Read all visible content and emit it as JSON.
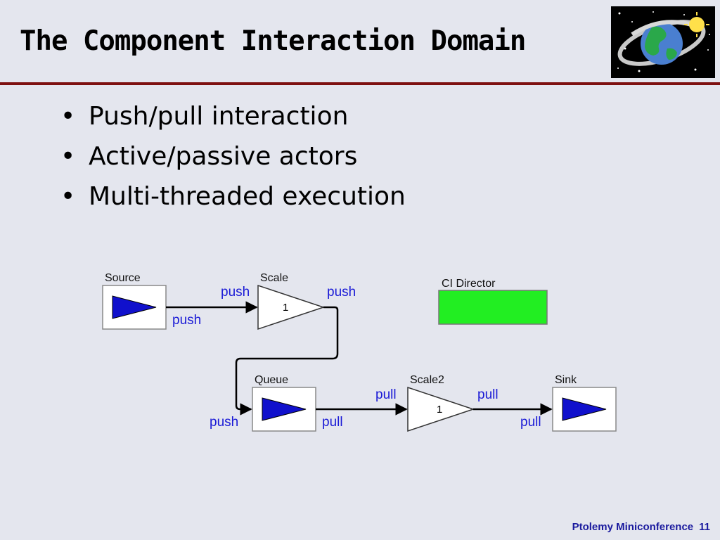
{
  "slide": {
    "title": "The Component Interaction Domain",
    "bullets": [
      "Push/pull interaction",
      "Active/passive actors",
      "Multi-threaded execution"
    ],
    "bullet_glyph": "•",
    "footer": {
      "text": "Ptolemy Miniconference",
      "page": "11"
    },
    "accent_color": "#7e1010",
    "logo_icon": "earth-orbit-logo-icon"
  },
  "diagram": {
    "actors": {
      "source": {
        "name": "Source"
      },
      "scale": {
        "name": "Scale",
        "param": "1"
      },
      "queue": {
        "name": "Queue"
      },
      "scale2": {
        "name": "Scale2",
        "param": "1"
      },
      "sink": {
        "name": "Sink"
      }
    },
    "director": {
      "name": "CI Director",
      "color": "#22ee22"
    },
    "port_labels": {
      "source_out": "push",
      "scale_in": "push",
      "scale_out": "push",
      "queue_in": "push",
      "queue_out": "pull",
      "scale2_in": "pull",
      "scale2_out": "pull",
      "sink_in": "pull"
    },
    "colors": {
      "port_label": "#1a1ad6",
      "actor_icon": "#1010cc"
    }
  }
}
